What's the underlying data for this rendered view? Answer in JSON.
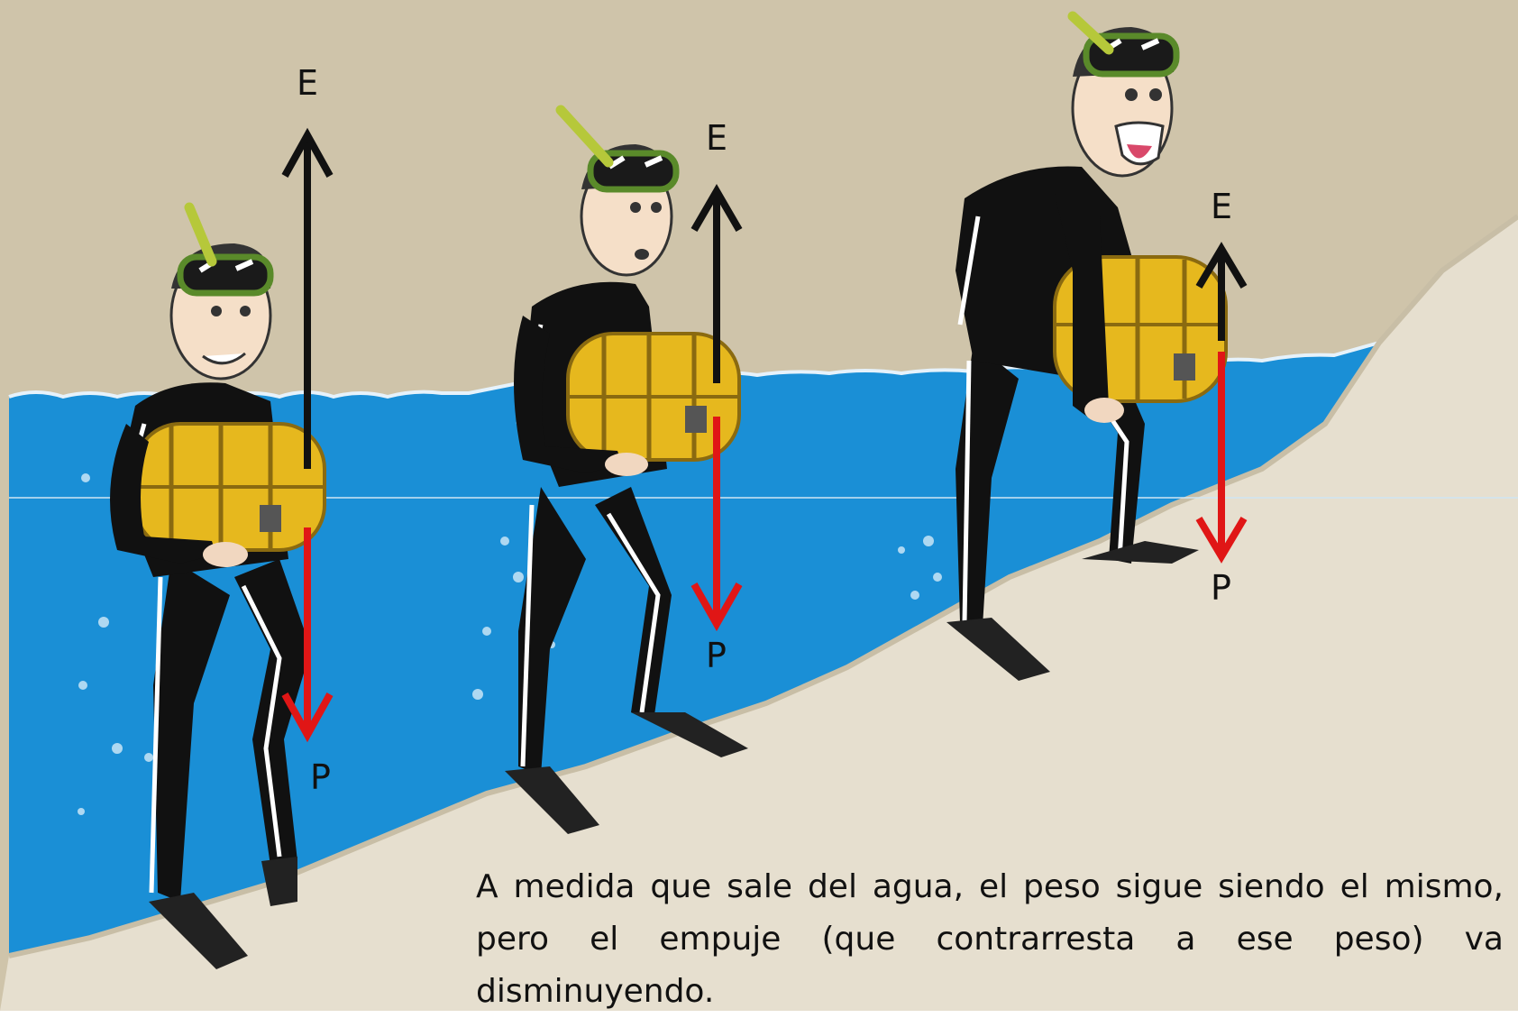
{
  "labels": {
    "buoyancy": "E",
    "weight": "P"
  },
  "caption": "A medida que sale del agua, el peso sigue siendo el mismo, pero el empuje (que contrarresta a ese peso) va disminuyendo.",
  "figures": [
    {
      "name": "diver-1",
      "immersion": "deep"
    },
    {
      "name": "diver-2",
      "immersion": "partial"
    },
    {
      "name": "diver-3",
      "immersion": "shallow"
    }
  ],
  "colors": {
    "sky": "#cfc4aa",
    "water": "#1a8fd6",
    "sand": "#e6dfcf",
    "suit": "#111111",
    "chest": "#e6b81e",
    "buoyancy_arrow": "#111111",
    "weight_arrow": "#e01616",
    "mask": "#5a8a2a"
  }
}
